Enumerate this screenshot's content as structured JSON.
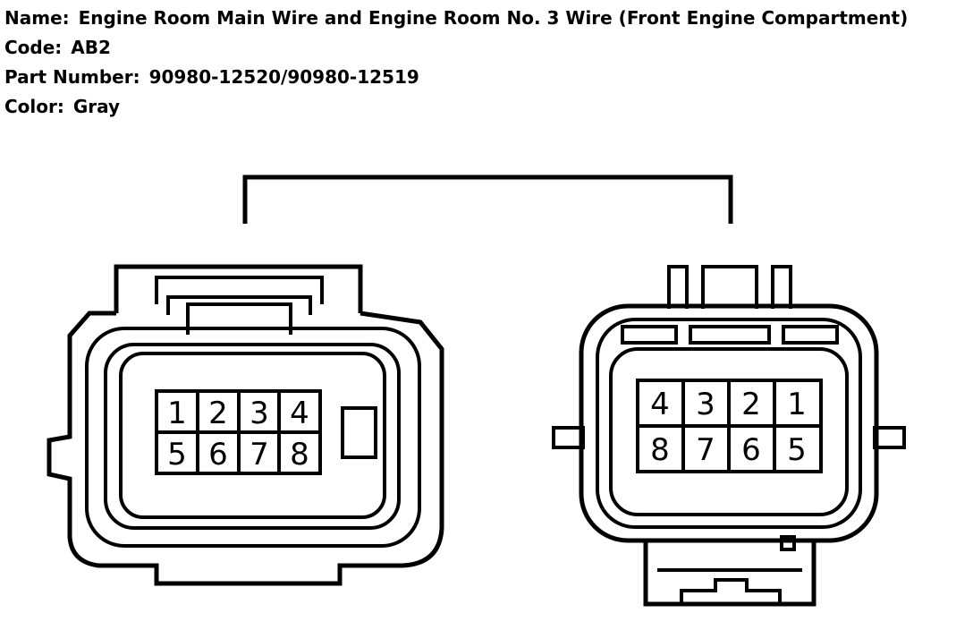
{
  "info": {
    "name_label": "Name:",
    "name_value": "Engine Room Main Wire and Engine Room No. 3 Wire (Front Engine Compartment)",
    "code_label": "Code:",
    "code_value": "AB2",
    "part_label": "Part Number:",
    "part_value": "90980-12520/90980-12519",
    "color_label": "Color:",
    "color_value": "Gray"
  },
  "connectors": {
    "left": {
      "top_row": [
        "1",
        "2",
        "3",
        "4"
      ],
      "bottom_row": [
        "5",
        "6",
        "7",
        "8"
      ]
    },
    "right": {
      "top_row": [
        "4",
        "3",
        "2",
        "1"
      ],
      "bottom_row": [
        "8",
        "7",
        "6",
        "5"
      ]
    }
  }
}
